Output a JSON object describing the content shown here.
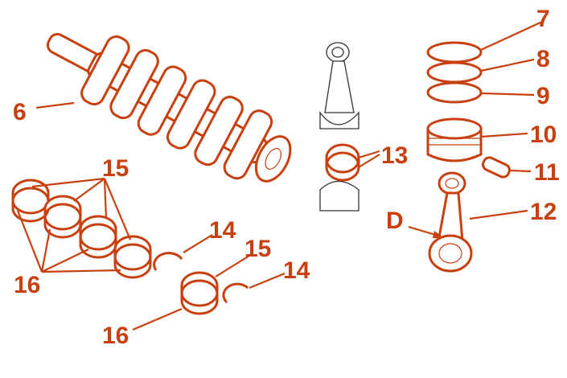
{
  "diagram": {
    "accent_color": "#c8400f",
    "labels": {
      "ring_top": "7",
      "ring_second": "8",
      "ring_oil": "9",
      "piston": "10",
      "piston_pin": "11",
      "connecting_rod": "12",
      "rod_mark": "D",
      "rod_bearings": "13",
      "crankshaft": "6",
      "main_bearings_upper": "15",
      "main_bearings_lower": "16",
      "thrust_washer_left": "14",
      "center_bearing_upper": "15",
      "thrust_washer_right": "14",
      "center_bearing_lower": "16"
    }
  }
}
